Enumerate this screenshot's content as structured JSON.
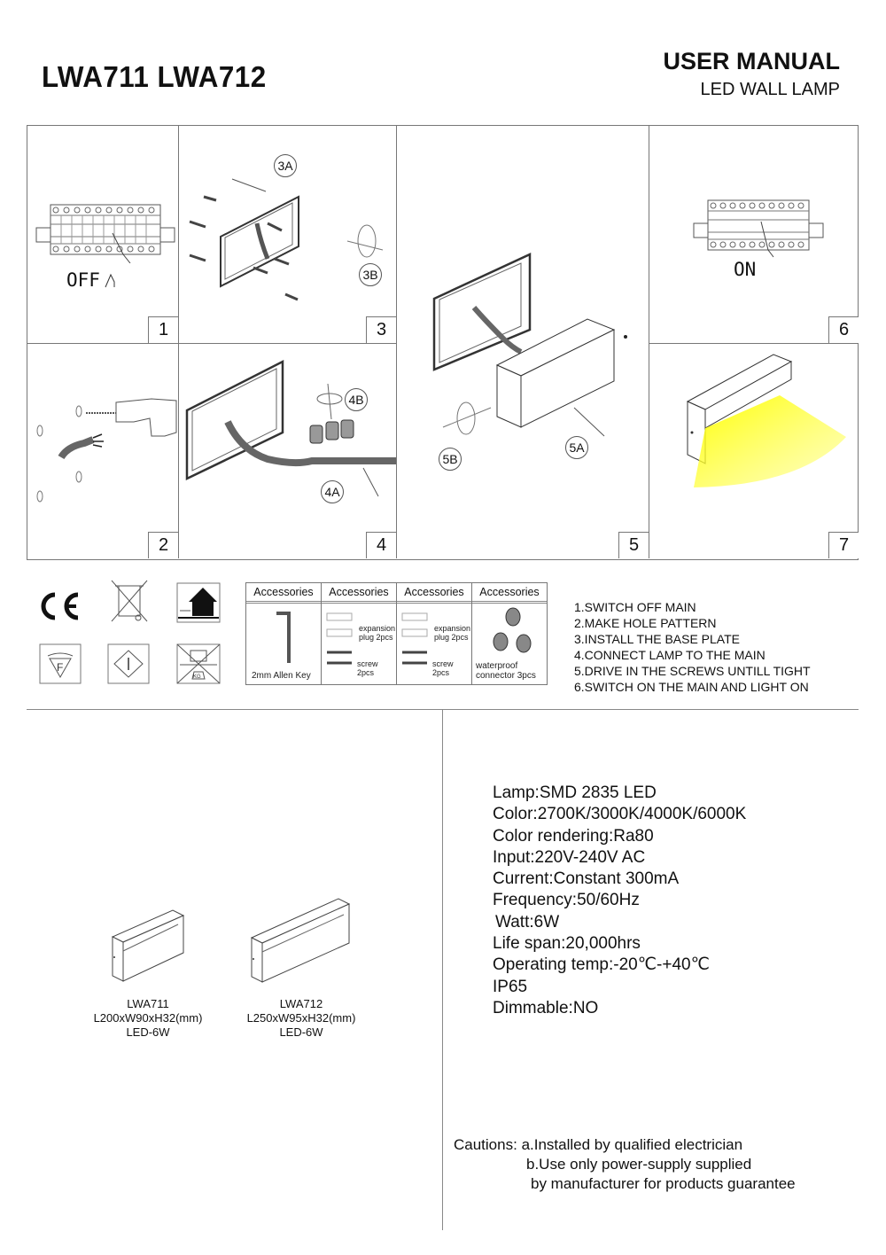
{
  "header": {
    "models": "LWA711 LWA712",
    "title": "USER MANUAL",
    "subtitle": "LED WALL LAMP"
  },
  "steps_panels": {
    "p1": {
      "number": "1",
      "state_label": "OFF"
    },
    "p2": {
      "number": "2"
    },
    "p3": {
      "number": "3",
      "callouts": [
        "3A",
        "3B"
      ]
    },
    "p4": {
      "number": "4",
      "callouts": [
        "4A",
        "4B"
      ]
    },
    "p5": {
      "number": "5",
      "callouts": [
        "5A",
        "5B"
      ]
    },
    "p6": {
      "number": "6",
      "state_label": "ON"
    },
    "p7": {
      "number": "7",
      "light_color": "#ffff00"
    }
  },
  "symbols": [
    "ce-mark-icon",
    "weee-bin-icon",
    "indoor-use-icon",
    "f-mark-icon",
    "class-i-icon",
    "no-load-kg-icon"
  ],
  "accessories": {
    "headers": [
      "Accessories",
      "Accessories",
      "Accessories",
      "Accessories"
    ],
    "items": [
      {
        "label": "2mm Allen Key"
      },
      {
        "plug_label": "expansion plug 2pcs",
        "screw_label": "screw 2pcs"
      },
      {
        "plug_label": "expansion plug 2pcs",
        "screw_label": "screw 2pcs"
      },
      {
        "label": "waterproof connector 3pcs"
      }
    ]
  },
  "install_steps": [
    "1.SWITCH OFF MAIN",
    "2.MAKE HOLE PATTERN",
    "3.INSTALL THE BASE PLATE",
    "4.CONNECT LAMP TO THE MAIN",
    "5.DRIVE IN THE SCREWS UNTILL TIGHT",
    "6.SWITCH ON THE MAIN AND LIGHT ON"
  ],
  "products": [
    {
      "model": "LWA711",
      "dimensions": "L200xW90xH32(mm)",
      "power": "LED-6W"
    },
    {
      "model": "LWA712",
      "dimensions": "L250xW95xH32(mm)",
      "power": "LED-6W"
    }
  ],
  "specs": [
    {
      "label": "Lamp",
      "value": "SMD 2835 LED"
    },
    {
      "label": "Color",
      "value": "2700K/3000K/4000K/6000K"
    },
    {
      "label": "Color rendering",
      "value": "Ra80"
    },
    {
      "label": "Input",
      "value": "220V-240V AC"
    },
    {
      "label": "Current",
      "value": "Constant 300mA"
    },
    {
      "label": "Frequency",
      "value": "50/60Hz"
    },
    {
      "label": "Watt",
      "value": "6W"
    },
    {
      "label": "Life span",
      "value": "20,000hrs"
    },
    {
      "label": "Operating temp",
      "value": "-20℃-+40℃"
    },
    {
      "label": "IP65",
      "value": null
    },
    {
      "label": "Dimmable",
      "value": "NO"
    }
  ],
  "cautions": {
    "label": "Cautions:",
    "lines": [
      "a.Installed by qualified electrician",
      "b.Use only power-supply supplied",
      "by manufacturer for products guarantee"
    ]
  }
}
